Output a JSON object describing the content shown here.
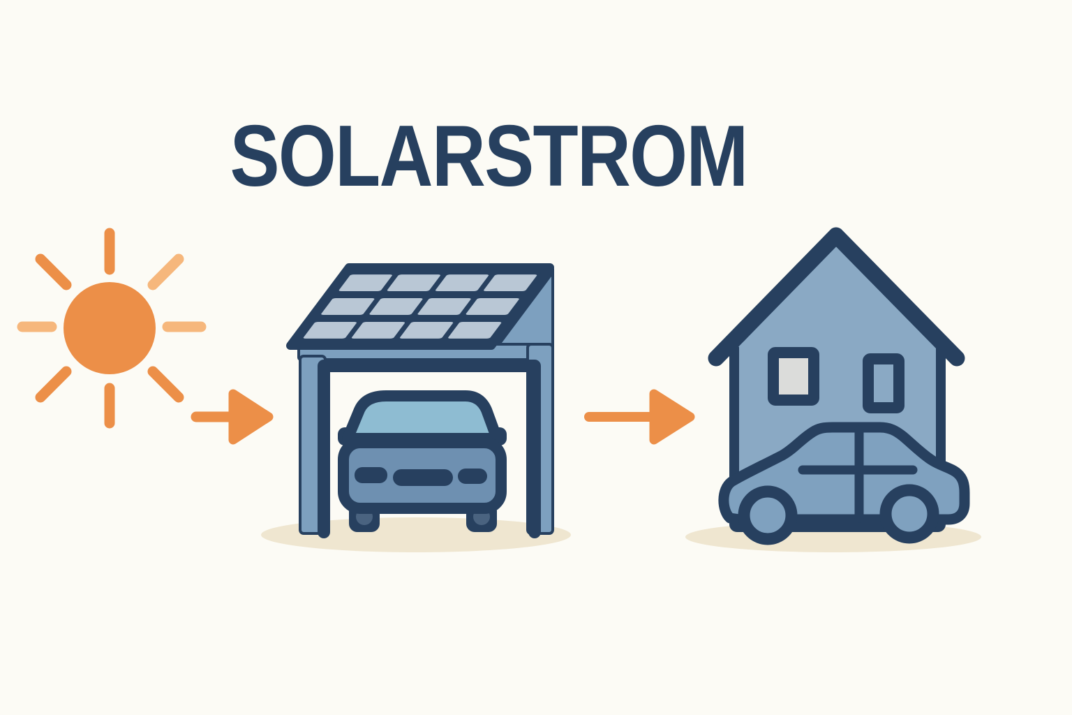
{
  "title": {
    "text": "SOLARSTROM"
  },
  "diagram": {
    "type": "flow-illustration",
    "nodes": [
      {
        "id": "sun",
        "label": "sun"
      },
      {
        "id": "solar-carport",
        "label": "solar carport with parked electric car"
      },
      {
        "id": "house",
        "label": "house with electric car"
      }
    ],
    "arrows": [
      {
        "from": "sun",
        "to": "solar-carport"
      },
      {
        "from": "solar-carport",
        "to": "house"
      }
    ]
  },
  "carport": {
    "panel_grid": {
      "rows": 3,
      "cols": 4
    }
  },
  "colors": {
    "background": "#FCFBF5",
    "navy": "#27405F",
    "orange": "#EC8F48",
    "orange_light": "#F6B77C",
    "structure_blue": "#7DA0BF",
    "house_blue": "#8AA9C4",
    "panel_cell": "#B9C7D5",
    "car_front_body": "#6E90B1",
    "windshield": "#8EBCD2",
    "car_side_body": "#7FA1BF",
    "window_white": "#DBDCDA",
    "shadow_beige": "#EFE6D0"
  }
}
